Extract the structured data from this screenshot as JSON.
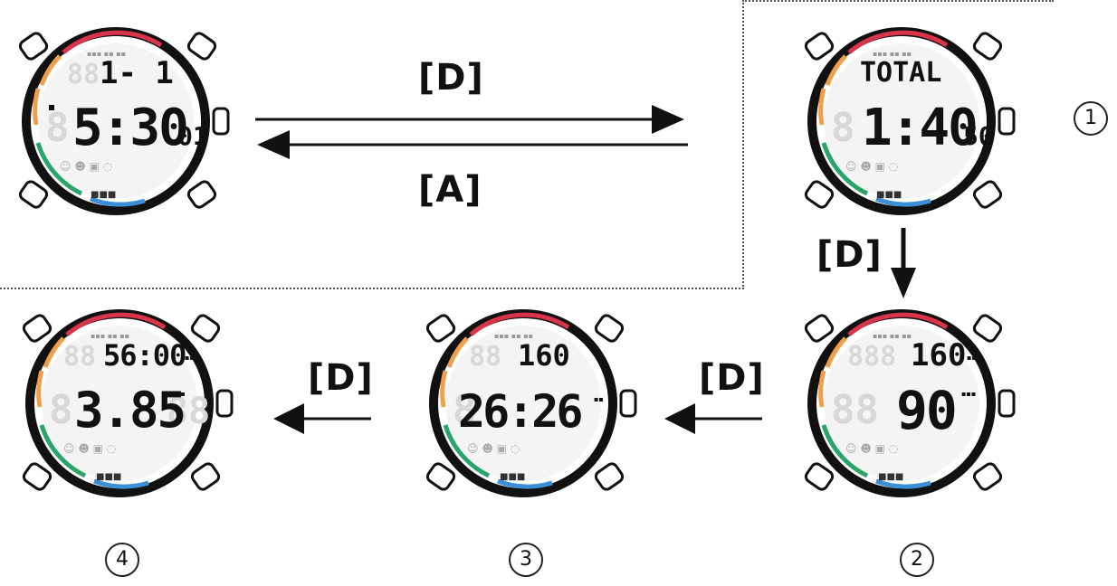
{
  "watches": [
    {
      "id": "time",
      "top": "1-  1",
      "main": "5:30",
      "small": "01",
      "mark": ""
    },
    {
      "id": "total",
      "top": "TOTAL",
      "main": "1:40",
      "small": "50",
      "mark": "1"
    },
    {
      "id": "lap2",
      "top": "160",
      "main": "90",
      "small": "",
      "mark": "2"
    },
    {
      "id": "lap3",
      "top": "160",
      "main": "26:26",
      "small": "",
      "mark": "3"
    },
    {
      "id": "lap4",
      "top": "56:00",
      "main": "3.85",
      "small": "",
      "mark": "4"
    }
  ],
  "labels": {
    "forward": "[D]",
    "back": "[A]",
    "down": "[D]",
    "left1": "[D]",
    "left2": "[D]"
  },
  "marks": {
    "one": "1",
    "two": "2",
    "three": "3",
    "four": "4"
  },
  "colors": {
    "red": "#d9344a",
    "orange": "#f0a04b",
    "green": "#2aa56a",
    "blue": "#3a8fd6",
    "bezel": "#111111",
    "lcd": "#f4f4f4"
  }
}
